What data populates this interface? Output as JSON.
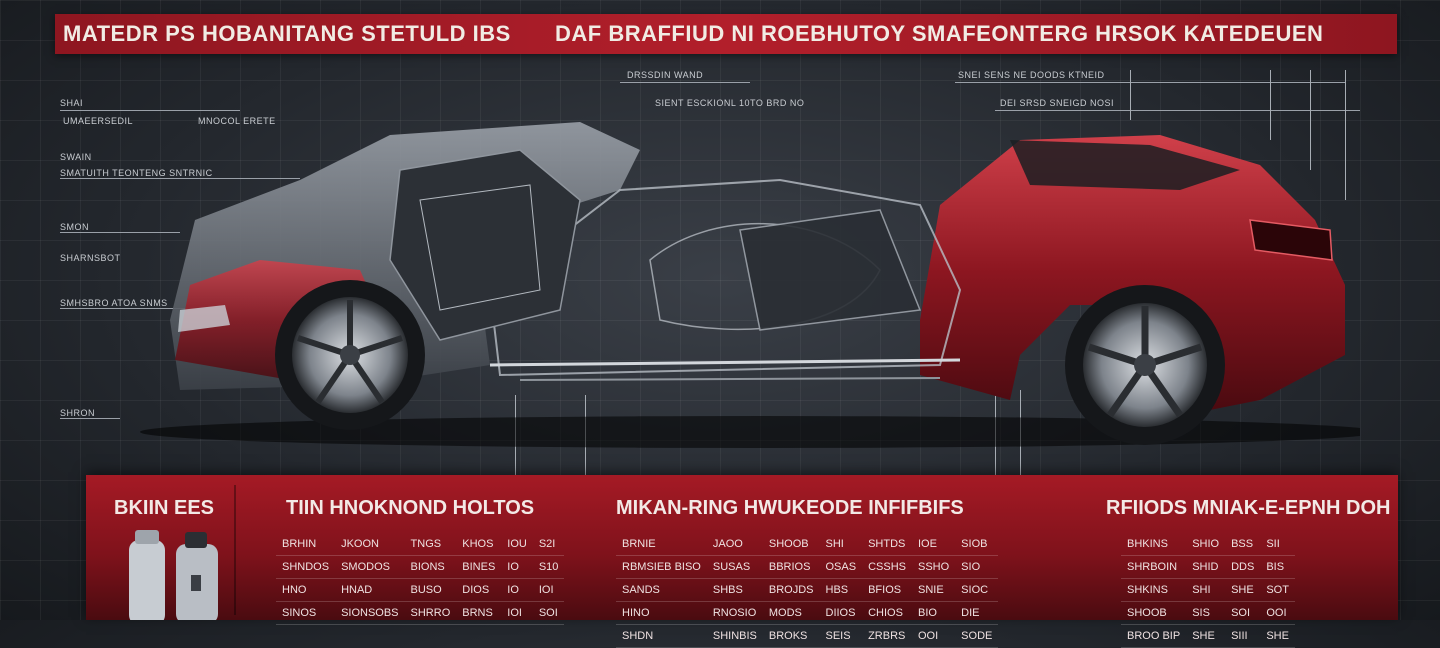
{
  "banner": {
    "left_title": "MATEDR PS HOBANITANG STETULD IBS",
    "right_title": "DAF BRAFFIUD NI ROEBHUTOY SMAFEONTERG HRSOK KATEDEUEN"
  },
  "top_labels": [
    "DRSSDIN WAND",
    "SIENT ESCKIONL 10TO BRD NO",
    "SNEI SENS NE DOODS KTNEID",
    "DEI SRSD SNEIGD NOSI"
  ],
  "left_labels": [
    "SHAI",
    "UMAEERSEDIL",
    "MNOCOL ERETE",
    "SWAIN",
    "SMATUITH TEONTENG SNTRNIC",
    "SMON",
    "SHARNSBOT",
    "SMHSBRO ATOA SNMS",
    "SHRON"
  ],
  "colors": {
    "accent": "#b21f2b",
    "panel_dark": "#4a0b10",
    "bg": "#23272d"
  },
  "panel": {
    "corner_title": "BKIIN EES",
    "headers": [
      "TIIN HNOKNOND HOLTOS",
      "MIKAN-RING HWUKEODE INFIFBIFS",
      "RFIIODS MNIAK-E-EPNH DOH"
    ],
    "table1": [
      [
        "BRHIN",
        "JKOON",
        "TNGS",
        "KHOS",
        "IOU",
        "S2I"
      ],
      [
        "SHNDOS",
        "SMODOS",
        "BIONS",
        "BINES",
        "IO",
        "S10"
      ],
      [
        "HNO",
        "HNAD",
        "BUSO",
        "DIOS",
        "IO",
        "IOI"
      ],
      [
        "SINOS",
        "SIONSOBS",
        "SHRRO",
        "BRNS",
        "IOI",
        "SOI"
      ]
    ],
    "table2": [
      [
        "BRNIE",
        "JAOO",
        "SHOOB",
        "SHI",
        "SHTDS",
        "IOE",
        "SIOB"
      ],
      [
        "RBMSIEB BISO",
        "SUSAS",
        "BBRIOS",
        "OSAS",
        "CSSHS",
        "SSHO",
        "SIO"
      ],
      [
        "SANDS",
        "SHBS",
        "BROJDS",
        "HBS",
        "BFIOS",
        "SNIE",
        "SIOC"
      ],
      [
        "HINO",
        "RNOSIO",
        "MODS",
        "DIIOS",
        "CHIOS",
        "BIO",
        "DIE"
      ],
      [
        "SHDN",
        "SHINBIS",
        "BROKS",
        "SEIS",
        "ZRBRS",
        "OOI",
        "SODE"
      ]
    ],
    "table3": [
      [
        "BHKINS",
        "SHIO",
        "BSS",
        "SII"
      ],
      [
        "SHRBOIN",
        "SHID",
        "DDS",
        "BIS"
      ],
      [
        "SHKINS",
        "SHI",
        "SHE",
        "SOT"
      ],
      [
        "SHOOB",
        "SIS",
        "SOI",
        "OOI"
      ],
      [
        "BROO BIP",
        "SHE",
        "SIII",
        "SHE"
      ]
    ]
  }
}
